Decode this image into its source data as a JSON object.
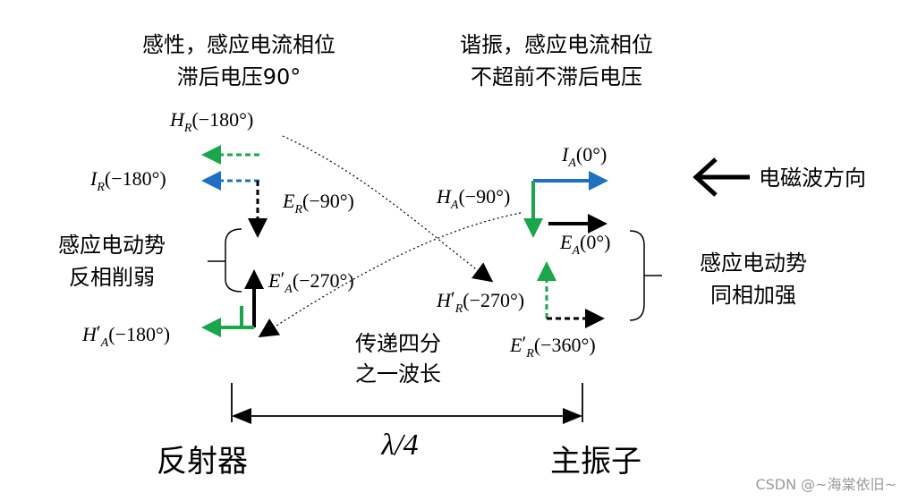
{
  "colors": {
    "green": "#1aa64a",
    "blue": "#1f6fc4",
    "black": "#000000"
  },
  "top_left_caption": [
    "感性，感应电流相位",
    "滞后电压90°"
  ],
  "top_right_caption": [
    "谐振，感应电流相位",
    "不超前不滞后电压"
  ],
  "wave_direction_label": "电磁波方向",
  "left_group_caption": [
    "感应电动势",
    "反相削弱"
  ],
  "right_group_caption": [
    "感应电动势",
    "同相加强"
  ],
  "quarter_wave_caption": [
    "传递四分",
    "之一波长"
  ],
  "reflector_label": "反射器",
  "driven_element_label": "主振子",
  "distance_label": "λ/4",
  "watermark": "CSDN @~海棠依旧~",
  "vectors": {
    "H_R": {
      "symbol": "H",
      "sub": "R",
      "prime": "",
      "phase": "(−180°)"
    },
    "I_R": {
      "symbol": "I",
      "sub": "R",
      "prime": "",
      "phase": "(−180°)"
    },
    "E_R": {
      "symbol": "E",
      "sub": "R",
      "prime": "",
      "phase": "(−90°)"
    },
    "E_A_prime": {
      "symbol": "E",
      "sub": "A",
      "prime": "′",
      "phase": "(−270°)"
    },
    "H_A_prime": {
      "symbol": "H",
      "sub": "A",
      "prime": "′",
      "phase": "(−180°)"
    },
    "I_A": {
      "symbol": "I",
      "sub": "A",
      "prime": "",
      "phase": "(0°)"
    },
    "H_A": {
      "symbol": "H",
      "sub": "A",
      "prime": "",
      "phase": "(−90°)"
    },
    "E_A": {
      "symbol": "E",
      "sub": "A",
      "prime": "",
      "phase": "(0°)"
    },
    "H_R_prime": {
      "symbol": "H",
      "sub": "R",
      "prime": "′",
      "phase": "(−270°)"
    },
    "E_R_prime": {
      "symbol": "E",
      "sub": "R",
      "prime": "′",
      "phase": "(−360°)"
    }
  }
}
